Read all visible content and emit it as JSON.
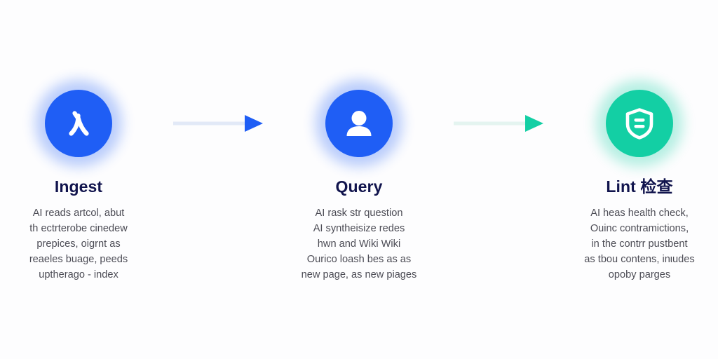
{
  "page": {
    "background_color": "#fdfdfe",
    "title_color": "#11144d",
    "body_text_color": "#4c4c55"
  },
  "colors": {
    "blue": "#1f5ef5",
    "green": "#13cfa4",
    "connector_line": "#e2e9f7",
    "connector_line_green": "#e4f4f0"
  },
  "steps": [
    {
      "icon_name": "lambda-ru-icon",
      "icon_glyph": "入",
      "badge_color": "#1f5ef5",
      "title": "Ingest",
      "description_lines": [
        "AI reads artcol, abut",
        "th ectrterobe cinedew",
        "prepices, oigrnt as",
        "reaeles buage, peeds",
        "uptherago - index"
      ]
    },
    {
      "icon_name": "user-person-icon",
      "icon_glyph": "person",
      "badge_color": "#1f5ef5",
      "title": "Query",
      "description_lines": [
        "AI rask str question",
        "AI syntheisize redes",
        "hwn and Wiki Wiki",
        "Ourico loash bes as as",
        "new page, as new piages"
      ]
    },
    {
      "icon_name": "shield-badge-icon",
      "icon_glyph": "shield",
      "badge_color": "#13cfa4",
      "title": "Lint 检查",
      "description_lines": [
        "AI heas health check,",
        "Ouinc contramictions,",
        "in the contrr pustbent",
        "as tbou contens, inιudes",
        "opoby parges"
      ]
    }
  ],
  "connectors": [
    {
      "name": "arrow-ingest-to-query",
      "color": "#1f5ef5",
      "line_color": "#e2e9f7"
    },
    {
      "name": "arrow-query-to-lint",
      "color": "#13cfa4",
      "line_color": "#e4f4f0"
    }
  ]
}
